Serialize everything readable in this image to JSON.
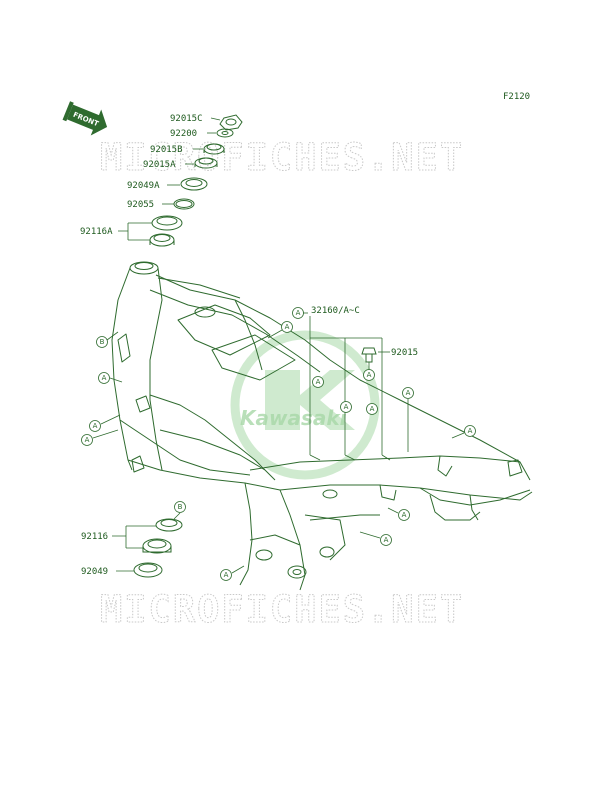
{
  "figure_code": "F2120",
  "front_marker": "FRONT",
  "watermark": "MICROFICHES.NET",
  "logo_text": "Kawasaki",
  "parts": {
    "p92015C": "92015C",
    "p92200": "92200",
    "p92015B": "92015B",
    "p92015A": "92015A",
    "p92049A": "92049A",
    "p92055": "92055",
    "p92116A": "92116A",
    "p32160": "32160/A~C",
    "p92015": "92015",
    "p92116": "92116",
    "p92049": "92049"
  },
  "ref_marks": {
    "a": "A",
    "b": "B"
  },
  "colors": {
    "line": "#2f6b2f",
    "text": "#1e5a1e",
    "watermark": "#c9c9c9",
    "logo": "#a8d8a8"
  }
}
